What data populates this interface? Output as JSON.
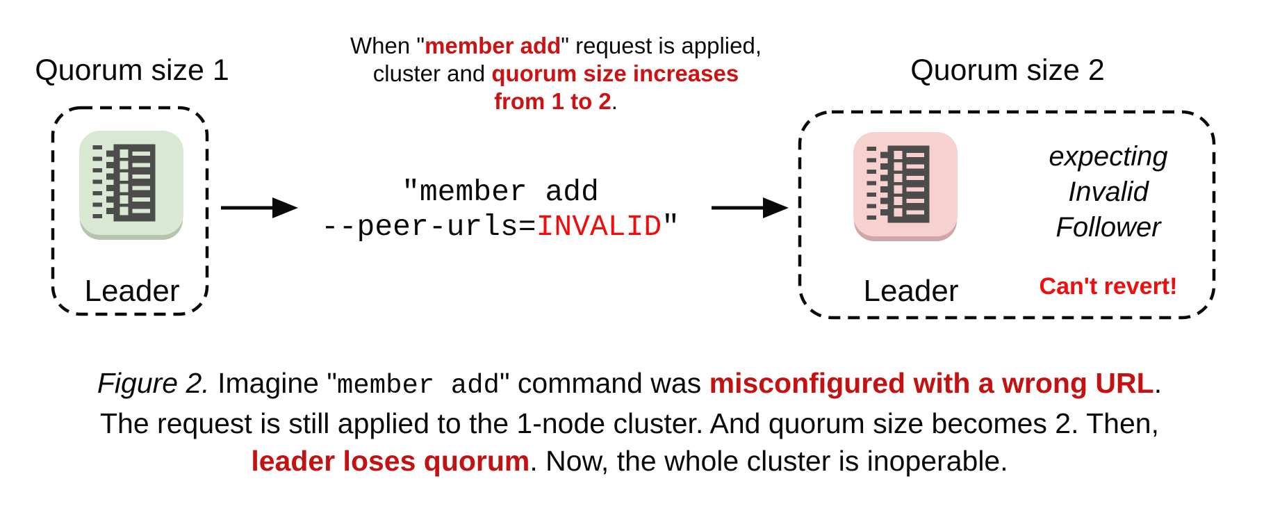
{
  "left": {
    "title": "Quorum size 1",
    "node_label": "Leader"
  },
  "annotation": {
    "l1_pre": "When \"",
    "l1_red": "member add",
    "l1_post": "\" request is applied,",
    "l2_pre": "cluster and ",
    "l2_red": "quorum size increases",
    "l3_red": "from 1 to 2",
    "l3_post": "."
  },
  "command": {
    "line1": "\"member add",
    "l2_pre": "--peer-urls=",
    "l2_red": "INVALID",
    "l2_post": "\""
  },
  "right": {
    "title": "Quorum size 2",
    "node_label": "Leader",
    "expect_1": "expecting",
    "expect_2": "Invalid",
    "expect_3": "Follower",
    "warning": "Can't revert!"
  },
  "caption": {
    "fig_label": "Figure 2.",
    "s_imagine": " Imagine \"",
    "s_code": "member add",
    "s_mid": "\" command was ",
    "s_red1": "misconfigured with a wrong URL",
    "s_dot1": ".",
    "line2": "The request is still applied to the 1-node cluster. And quorum size becomes 2. Then,",
    "s_red2": "leader loses quorum",
    "s_end": ". Now, the whole cluster is inoperable."
  },
  "colors": {
    "annotation_red": "#cc1212",
    "bright_red": "#f40b0b",
    "caption_red": "#c41111",
    "node_green": "#d9e8d2",
    "node_green_shadow": "#b4c5ab",
    "node_pink": "#f7d0d0",
    "node_pink_shadow": "#cfa6aa",
    "server_glyph": "#4c4c4a",
    "line_black": "#0a0a0a"
  }
}
